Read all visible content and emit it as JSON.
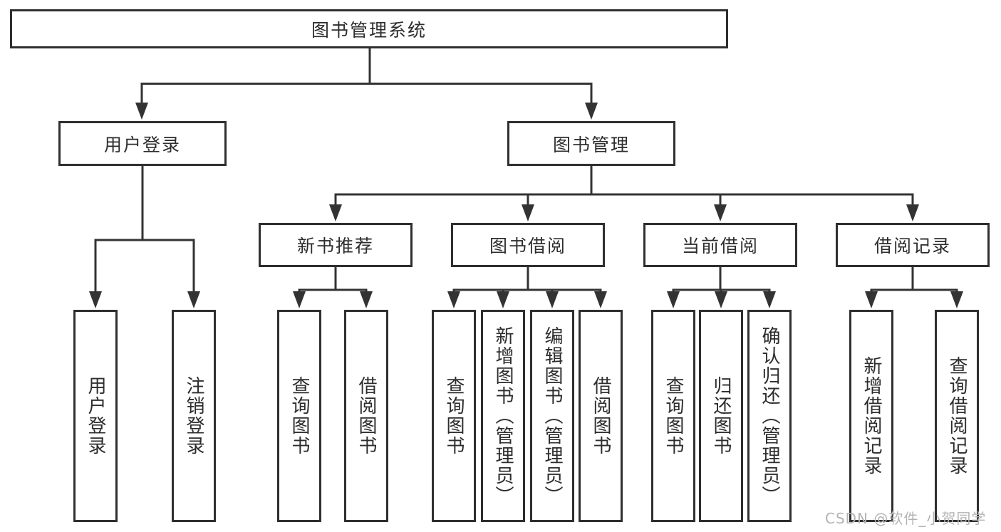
{
  "diagram": {
    "type": "hierarchy-flowchart",
    "background": "#ffffff",
    "colors": {
      "line": "#333333",
      "box_border": "#2f2f2f",
      "text": "#2d2d2d",
      "watermark": "#b3b3b3"
    },
    "root": {
      "label": "图书管理系统"
    },
    "branches": [
      {
        "label": "用户登录",
        "leaves": [
          {
            "label": "用户登录"
          },
          {
            "label": "注销登录"
          }
        ]
      },
      {
        "label": "图书管理",
        "groups": [
          {
            "label": "新书推荐",
            "leaves": [
              {
                "label": "查询图书"
              },
              {
                "label": "借阅图书"
              }
            ]
          },
          {
            "label": "图书借阅",
            "leaves": [
              {
                "label": "查询图书"
              },
              {
                "label": "新增图书（管理员）"
              },
              {
                "label": "编辑图书（管理员）"
              },
              {
                "label": "借阅图书"
              }
            ]
          },
          {
            "label": "当前借阅",
            "leaves": [
              {
                "label": "查询图书"
              },
              {
                "label": "归还图书"
              },
              {
                "label": "确认归还（管理员）"
              }
            ]
          },
          {
            "label": "借阅记录",
            "leaves": [
              {
                "label": "新增借阅记录"
              },
              {
                "label": "查询借阅记录"
              }
            ]
          }
        ]
      }
    ],
    "watermark": {
      "text": "CSDN @软件_小贺同学"
    }
  }
}
